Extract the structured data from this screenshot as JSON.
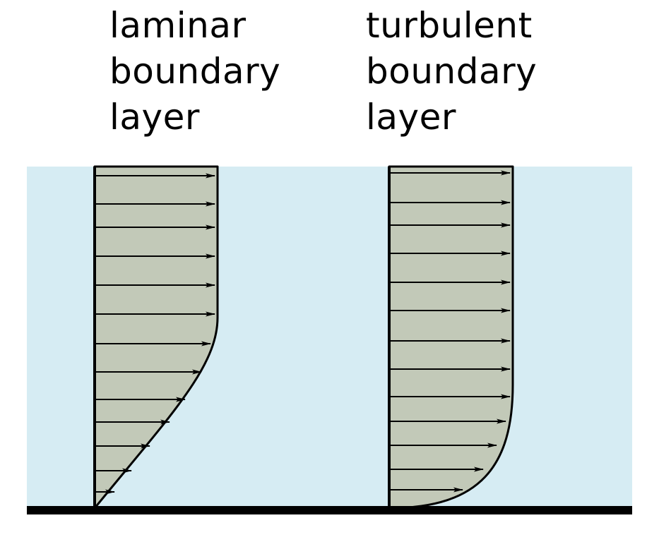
{
  "labels": {
    "laminar": [
      "laminar",
      "boundary",
      "layer"
    ],
    "turbulent": [
      "turbulent",
      "boundary",
      "layer"
    ]
  },
  "colors": {
    "fluid": "#d6ecf3",
    "profile_fill": "#c2c9b8",
    "wall": "#000000",
    "outline": "#000000"
  }
}
